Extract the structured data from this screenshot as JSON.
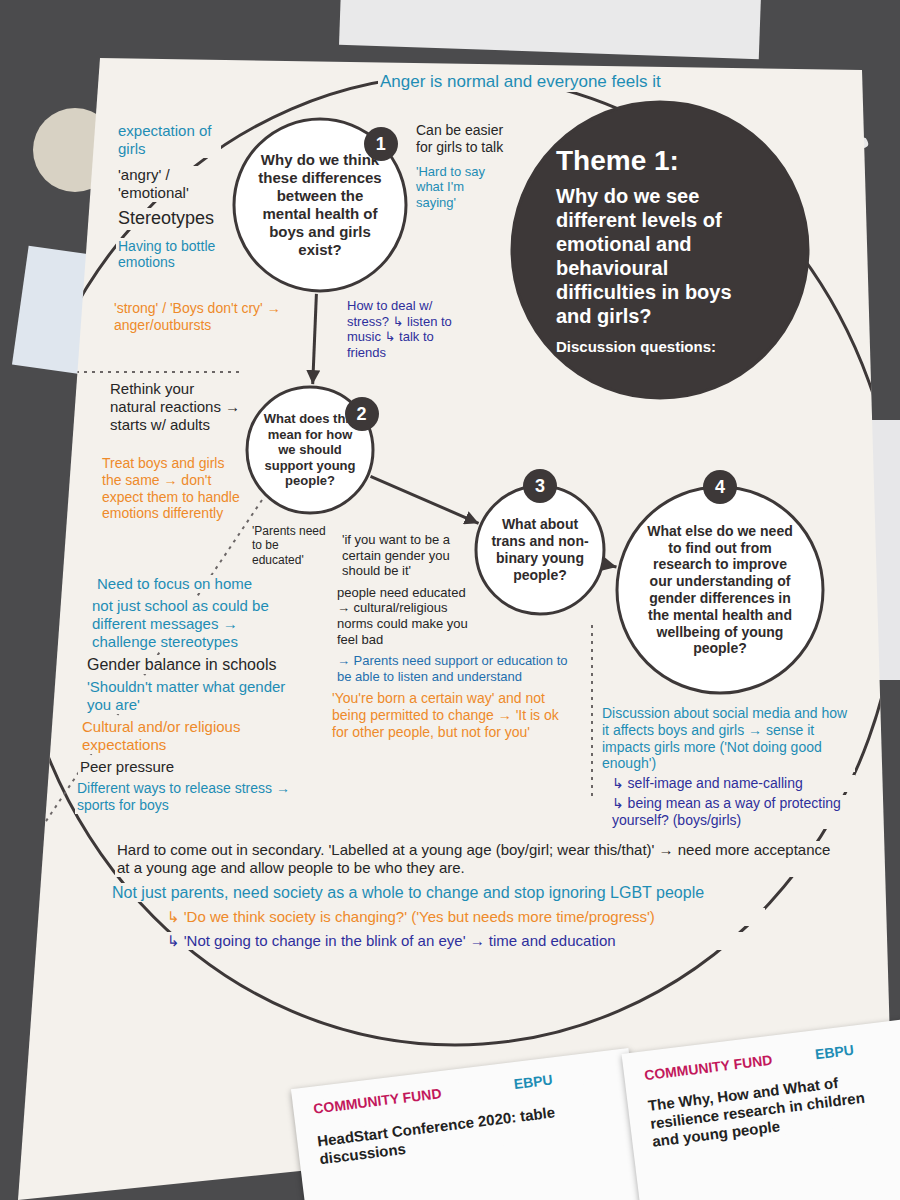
{
  "diagram": {
    "nodes": [
      {
        "text": [
          "Theme 1:",
          "Why do we see different levels of emotional and behavioural difficulties in boys and girls?",
          "Discussion questions:"
        ]
      },
      {
        "text": [
          "1",
          "Why do we think these differences between the mental health of boys and girls exist?"
        ]
      },
      {
        "text": [
          "2",
          "What does this mean for how we should support young people?"
        ]
      },
      {
        "text": [
          "3",
          "What about trans and non-binary young people?"
        ]
      },
      {
        "text": [
          "4",
          "What else do we need to find out from research to improve our understanding of gender differences in the mental health and wellbeing of young people?"
        ]
      }
    ],
    "edges": [
      {
        "from": 1,
        "to": 2,
        "arrow": "to"
      },
      {
        "from": 2,
        "to": 3,
        "arrow": "to"
      },
      {
        "from": 3,
        "to": 4,
        "arrow": "to"
      }
    ],
    "labels": [
      "Anger is normal and everyone feels it",
      "expectation of girls",
      "'angry' / 'emotional'",
      "Stereotypes",
      "Can be easier for girls to talk",
      "'Hard to say what I'm saying'",
      "Having to bottle emotions",
      "'strong' / 'Boys don't cry' → anger/outbursts",
      "How to deal w/ stress? ↳ listen to music ↳ talk to friends",
      "Rethink your natural reactions → starts w/ adults",
      "Treat boys and girls the same → don't expect them to handle emotions differently",
      "'Parents need to be educated'",
      "Need to focus on home",
      "not just school as could be different messages → challenge stereotypes",
      "Gender balance in schools",
      "'Shouldn't matter what gender you are'",
      "Cultural and/or religious expectations",
      "Peer pressure",
      "Different ways to release stress → sports for boys",
      "'if you want to be a certain gender you should be it'",
      "people need educated → cultural/religious norms could make you feel bad",
      "→ Parents need support or education to be able to listen and understand",
      "'You're born a certain way' and not being permitted to change → 'It is ok for other people, but not for you'",
      "Hard to come out in secondary. 'Labelled at a young age (boy/girl; wear this/that)' → need more acceptance at a young age and allow people to be who they are.",
      "Not just parents, need society as a whole to change and stop ignoring LGBT people",
      "↳ 'Do we think society is changing?' ('Yes but needs more time/progress')",
      "↳ 'Not going to change in the blink of an eye' → time and education",
      "Discussion about social media and how it affects boys and girls → sense it impacts girls more ('Not doing good enough')",
      "↳ self-image and name-calling",
      "↳ being mean as a way of protecting yourself? (boys/girls)",
      "COMMUNITY FUND",
      "EBPU",
      "HeadStart Conference 2020: table discussions",
      "COMMUNITY FUND",
      "EBPU",
      "The Why, How and What of resilience research in children and young people"
    ]
  }
}
